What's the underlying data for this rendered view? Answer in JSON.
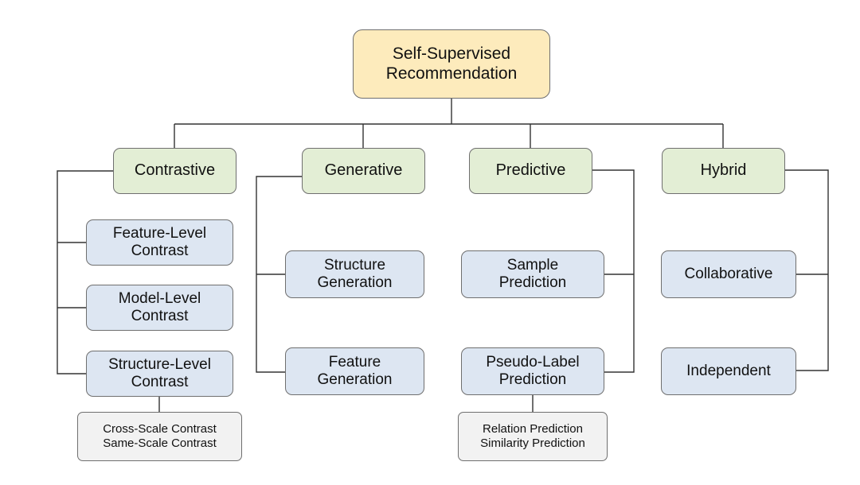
{
  "diagram": {
    "root": "Self-Supervised\nRecommendation",
    "categories": [
      {
        "label": "Contrastive",
        "children": [
          {
            "label": "Feature-Level\nContrast"
          },
          {
            "label": "Model-Level\nContrast"
          },
          {
            "label": "Structure-Level\nContrast",
            "details": "Cross-Scale Contrast\nSame-Scale Contrast"
          }
        ]
      },
      {
        "label": "Generative",
        "children": [
          {
            "label": "Structure\nGeneration"
          },
          {
            "label": "Feature\nGeneration"
          }
        ]
      },
      {
        "label": "Predictive",
        "children": [
          {
            "label": "Sample\nPrediction"
          },
          {
            "label": "Pseudo-Label\nPrediction",
            "details": "Relation Prediction\nSimilarity Prediction"
          }
        ]
      },
      {
        "label": "Hybrid",
        "children": [
          {
            "label": "Collaborative"
          },
          {
            "label": "Independent"
          }
        ]
      }
    ]
  },
  "colors": {
    "root_fill": "#fdebbc",
    "category_fill": "#e3eed5",
    "subcategory_fill": "#dde6f2",
    "detail_fill": "#f2f2f2",
    "line": "#333333"
  }
}
